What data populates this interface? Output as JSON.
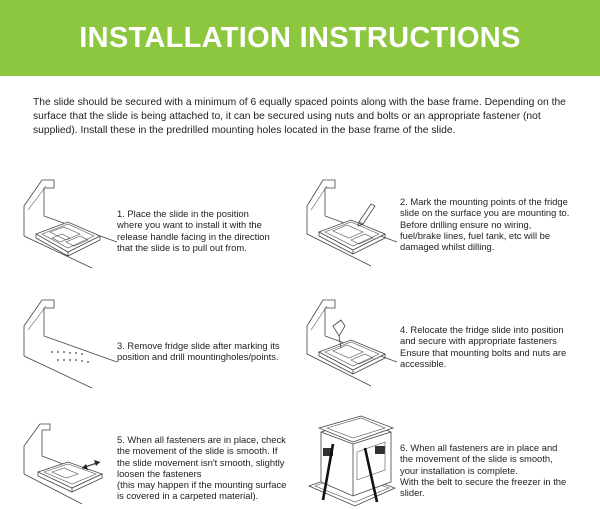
{
  "header": {
    "title": "INSTALLATION INSTRUCTIONS",
    "background": "#8dc63f"
  },
  "intro": "The slide should be secured with a minimum of 6 equally spaced points along with the base frame. Depending on the surface that the slide is being attached to, it can be secured using nuts and bolts or an appropriate fastener (not supplied). Install these in the predrilled mounting holes located in the base frame of the slide.",
  "steps": [
    {
      "text": "1. Place the slide in the position\nwhere you want to install it with the\nrelease handle facing in the direction\nthat the slide is to pull out from."
    },
    {
      "text": "2. Mark the mounting points of the fridge\nslide on the surface you are mounting to.\nBefore drilling ensure no wiring,\nfuel/brake lines, fuel tank, etc will be\ndamaged whilst dilling."
    },
    {
      "text": "3. Remove fridge slide after marking its\nposition and drill mountingholes/points."
    },
    {
      "text": "4. Relocate the fridge slide into position\nand secure with appropriate fasteners\nEnsure that mounting bolts and nuts are\naccessible."
    },
    {
      "text": "5. When all fasteners are in place, check\nthe movement of the slide is smooth. If\nthe slide movement isn't smooth, slightly\nloosen the fasteners\n(this may happen if the mounting surface\nis covered in a carpeted material)."
    },
    {
      "text": "6. When all fasteners are in place and\nthe movement of the slide is smooth,\nyour installation is complete.\nWith the belt to secure the freezer in the\nslider."
    }
  ]
}
